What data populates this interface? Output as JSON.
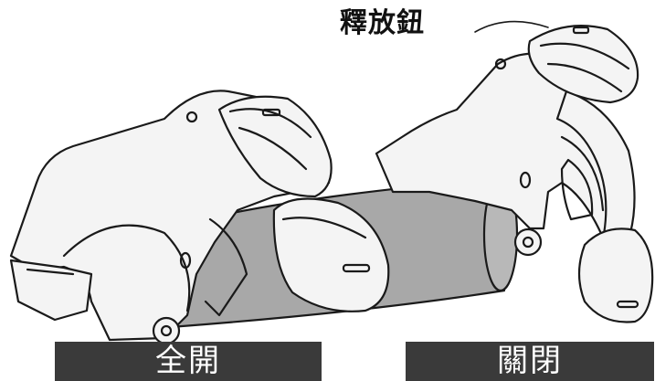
{
  "callout": {
    "label": "釋放鈕"
  },
  "states": [
    {
      "label": "全開"
    },
    {
      "label": "關閉"
    }
  ],
  "colors": {
    "line": "#1a1a1a",
    "tube": "#a8a8a8",
    "part_fill": "#f4f4f4",
    "caption_bar": "#3a3a3a",
    "caption_text": "#ffffff"
  }
}
